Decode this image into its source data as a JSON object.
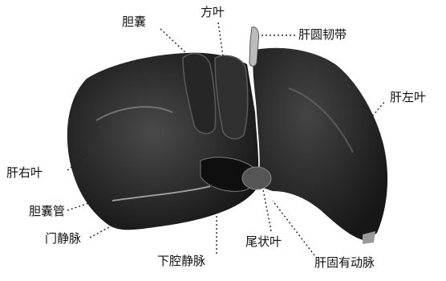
{
  "labels": {
    "gallbladder": "胆囊",
    "quadrate_lobe": "方叶",
    "round_ligament": "肝圆韧带",
    "left_lobe": "肝左叶",
    "right_lobe": "肝右叶",
    "cystic_duct": "胆囊管",
    "portal_vein": "门静脉",
    "ivc": "下腔静脉",
    "caudate_lobe": "尾状叶",
    "hepatic_artery": "肝固有动脉"
  },
  "colors": {
    "background": "#ffffff",
    "organ_dark": "#1c1c1c",
    "organ_mid": "#3a3a3a",
    "highlight": "#9a9a9a",
    "leader": "#222222",
    "text": "#111111"
  }
}
